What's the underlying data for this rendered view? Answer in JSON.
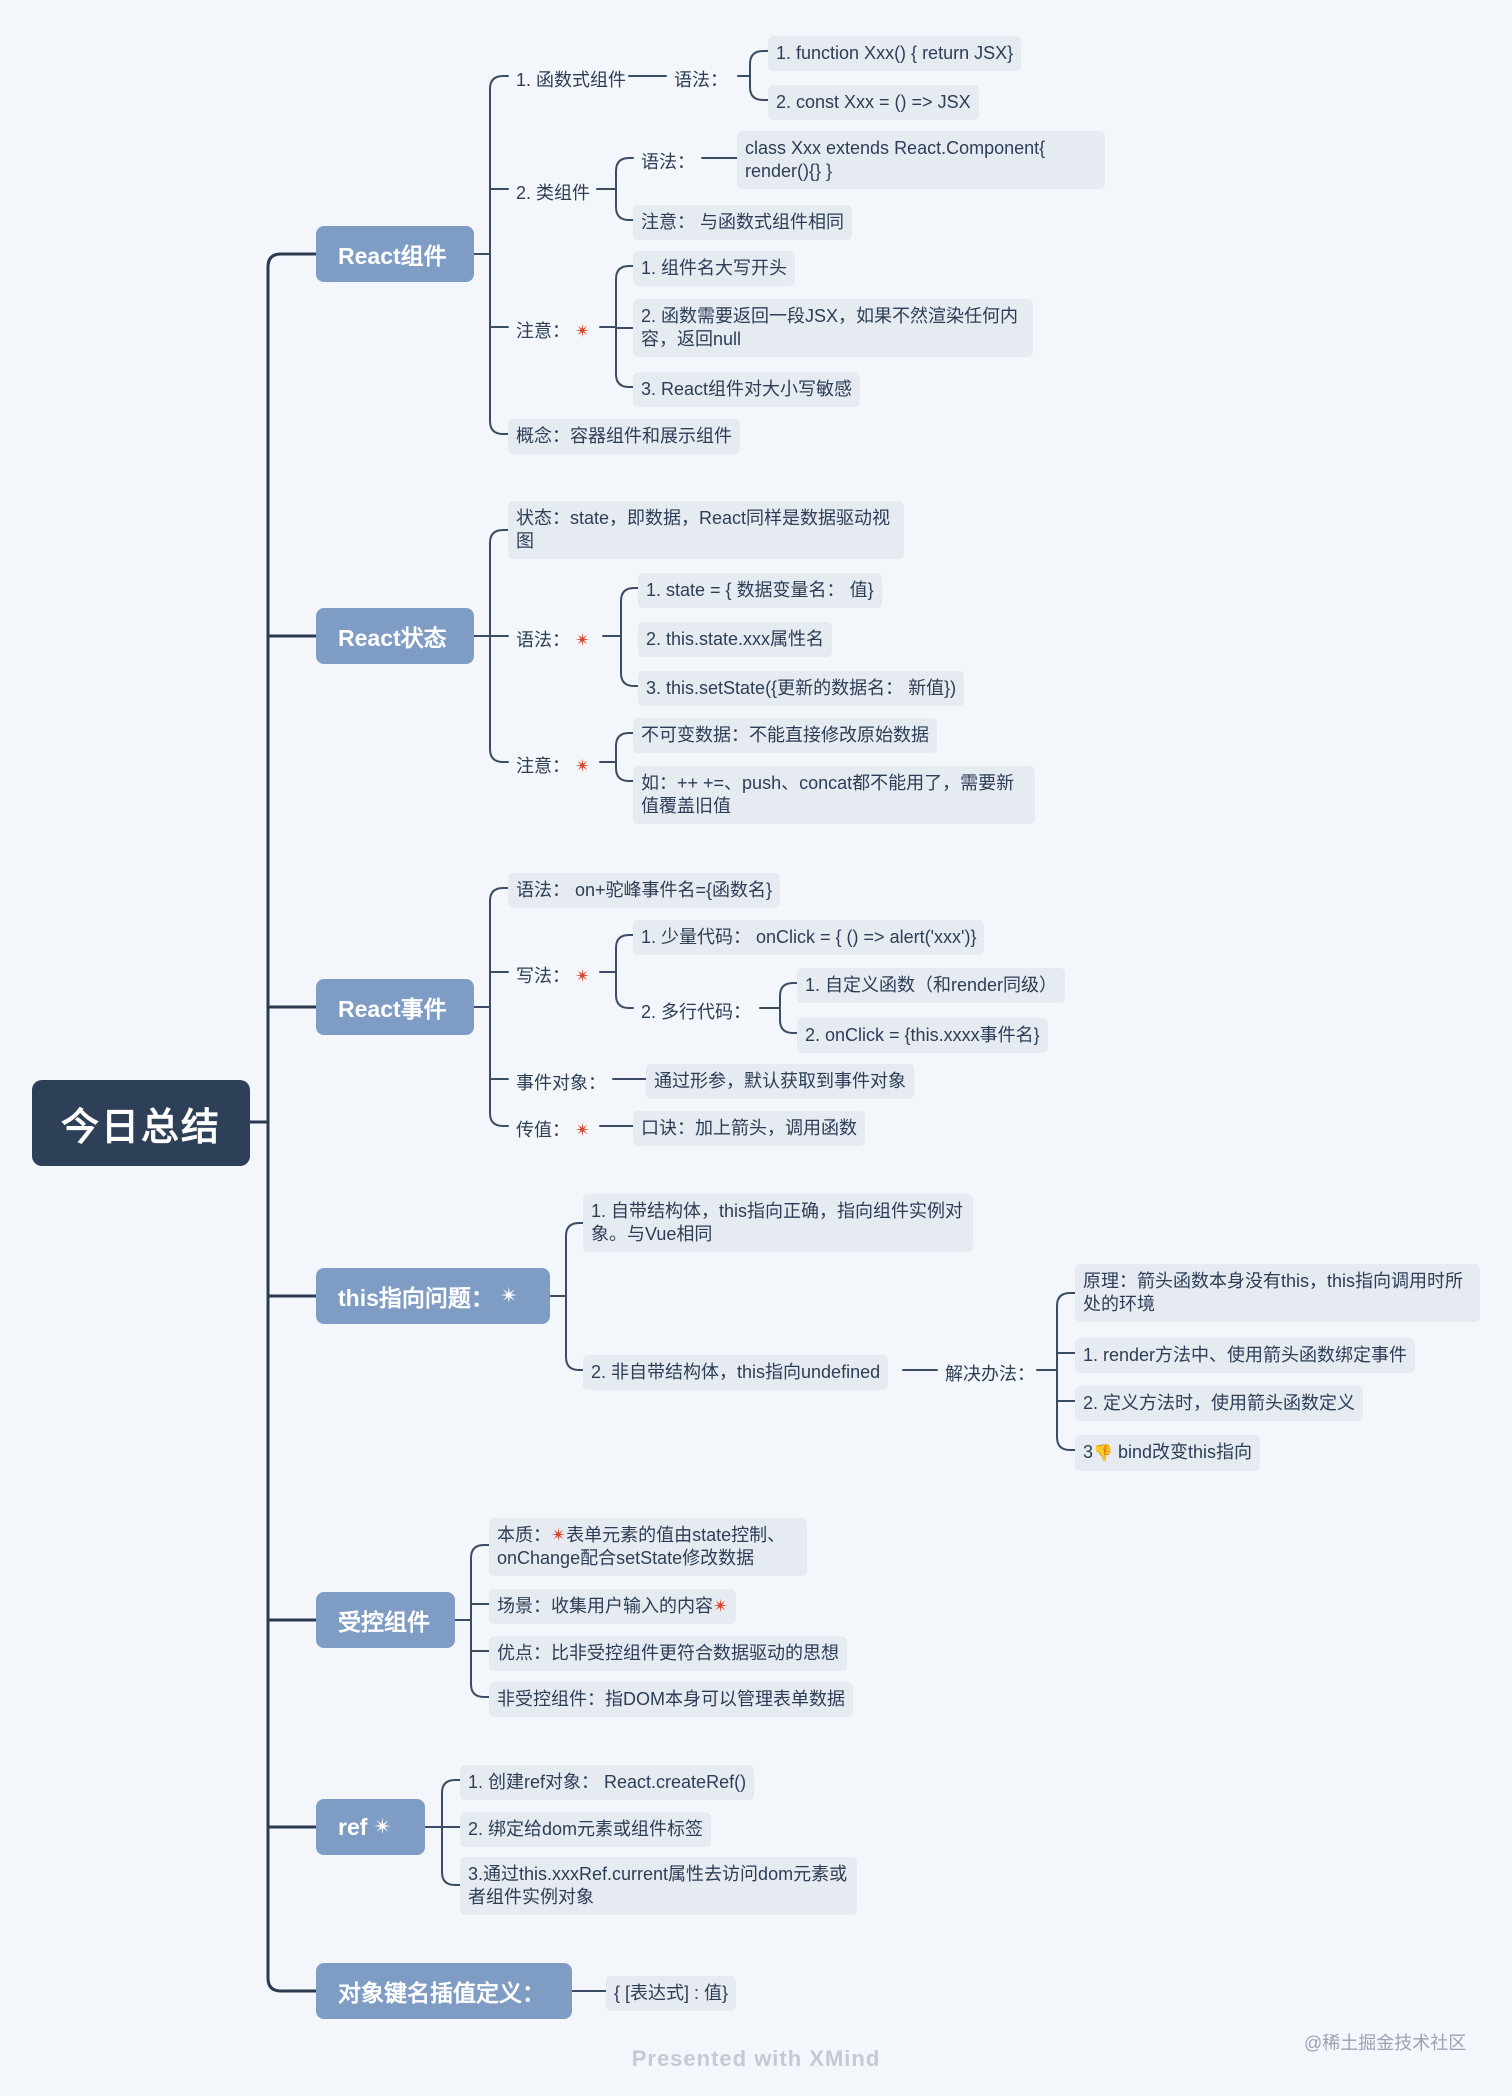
{
  "root": "今日总结",
  "mains": {
    "react_component": "React组件",
    "react_state": "React状态",
    "react_event": "React事件",
    "this_issue": "this指向问题：",
    "controlled": "受控组件",
    "ref": "ref",
    "object_key": "对象键名插值定义："
  },
  "icons": {
    "boom": "collision-icon",
    "thumb": "thumbs-down-icon"
  },
  "component": {
    "func": "1. 函数式组件",
    "func_syntax": "语法：",
    "func_s1": "1. function Xxx() { return JSX}",
    "func_s2": "2. const Xxx = () => JSX",
    "class": "2. 类组件",
    "class_syntax": "语法：",
    "class_code": "class Xxx extends React.Component{ render(){}   }",
    "class_note": "注意：  与函数式组件相同",
    "note": "注意：",
    "note1": "1. 组件名大写开头",
    "note2": "2. 函数需要返回一段JSX，如果不然渲染任何内容，返回null",
    "note3": "3. React组件对大小写敏感",
    "concept": "概念：容器组件和展示组件"
  },
  "state": {
    "desc": "状态：state，即数据，React同样是数据驱动视图",
    "syntax": "语法：",
    "s1": "1. state = { 数据变量名：  值}",
    "s2": "2. this.state.xxx属性名",
    "s3": "3. this.setState({更新的数据名：  新值})",
    "note": "注意：",
    "n1": "不可变数据：不能直接修改原始数据",
    "n2": "如：++ +=、push、concat都不能用了，需要新值覆盖旧值"
  },
  "event": {
    "syntax": "语法：  on+驼峰事件名={函数名}",
    "write": "写法：",
    "w1": "1. 少量代码：  onClick = { () => alert('xxx')}",
    "w2": "2. 多行代码：",
    "w2a": "1. 自定义函数（和render同级）",
    "w2b": "2. onClick = {this.xxxx事件名}",
    "obj": "事件对象：",
    "obj_desc": "通过形参，默认获取到事件对象",
    "pass": "传值：",
    "pass_desc": "口诀：加上箭头，调用函数"
  },
  "this_issue": {
    "t1": "1. 自带结构体，this指向正确，指向组件实例对象。与Vue相同",
    "t2": "2. 非自带结构体，this指向undefined",
    "solve": "解决办法：",
    "principle": "原理：箭头函数本身没有this，this指向调用时所处的环境",
    "r1": "1. render方法中、使用箭头函数绑定事件",
    "r2": "2.  定义方法时，使用箭头函数定义",
    "r3_prefix": "3",
    "r3": " bind改变this指向"
  },
  "controlled": {
    "essence_prefix": "本质：",
    "essence": "表单元素的值由state控制、onChange配合setState修改数据",
    "scene": "场景：收集用户输入的内容",
    "merit": "优点：比非受控组件更符合数据驱动的思想",
    "uncontrolled": "非受控组件：指DOM本身可以管理表单数据"
  },
  "ref": {
    "r1": "1. 创建ref对象：  React.createRef()",
    "r2": "2. 绑定给dom元素或组件标签",
    "r3": "3.通过this.xxxRef.current属性去访问dom元素或者组件实例对象"
  },
  "object_key": {
    "k1": "{ [表达式] : 值}"
  },
  "footer": "Presented with XMind",
  "watermark": "@稀土掘金技术社区"
}
